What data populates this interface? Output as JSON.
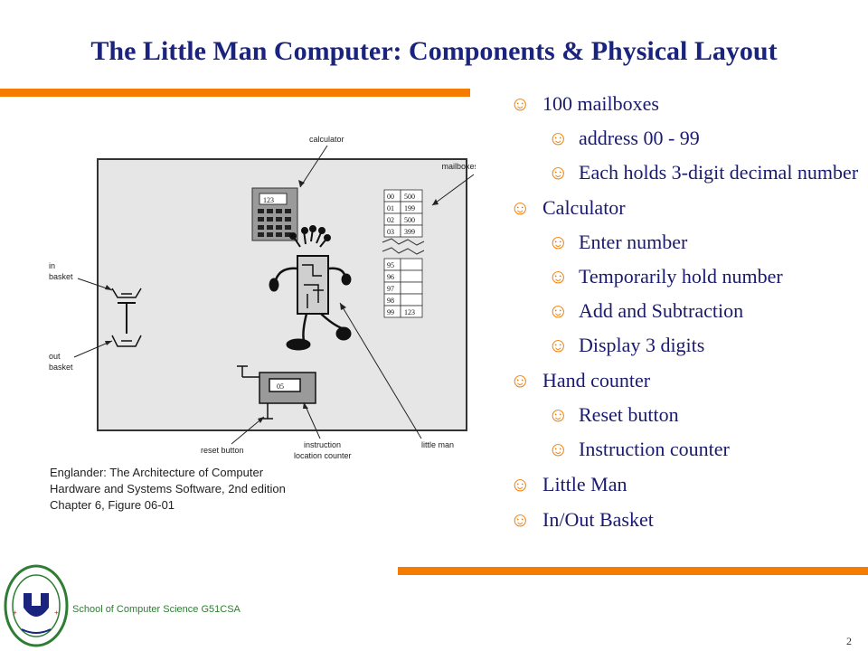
{
  "slide": {
    "title": "The Little Man Computer: Components & Physical Layout",
    "page_number": "2",
    "footer": "School of Computer Science G51CSA"
  },
  "colors": {
    "title": "#1a237e",
    "accent_bar": "#f57c00",
    "bullet_icon": "#f57c00",
    "footer_text": "#2e7d32"
  },
  "bullets": [
    {
      "level": 1,
      "text": "100 mailboxes"
    },
    {
      "level": 2,
      "text": "address 00 - 99"
    },
    {
      "level": 2,
      "text": "Each holds 3-digit decimal number"
    },
    {
      "level": 1,
      "text": "Calculator"
    },
    {
      "level": 2,
      "text": "Enter number"
    },
    {
      "level": 2,
      "text": "Temporarily hold number"
    },
    {
      "level": 2,
      "text": "Add and Subtraction"
    },
    {
      "level": 2,
      "text": "Display 3 digits"
    },
    {
      "level": 1,
      "text": "Hand counter"
    },
    {
      "level": 2,
      "text": "Reset button"
    },
    {
      "level": 2,
      "text": "Instruction counter"
    },
    {
      "level": 1,
      "text": "Little Man"
    },
    {
      "level": 1,
      "text": "In/Out Basket"
    }
  ],
  "bullet_icon": "smiley-icon",
  "figure": {
    "labels": {
      "calculator": "calculator",
      "mailboxes": "mailboxes",
      "in_basket_1": "in",
      "in_basket_2": "basket",
      "out_basket_1": "out",
      "out_basket_2": "basket",
      "reset_button": "reset button",
      "instruction_1": "instruction",
      "instruction_2": "location counter",
      "little_man": "little man"
    },
    "calculator_display": "123",
    "counter_display": "05",
    "mailboxes": [
      {
        "addr": "00",
        "val": "500"
      },
      {
        "addr": "01",
        "val": "199"
      },
      {
        "addr": "02",
        "val": "500"
      },
      {
        "addr": "03",
        "val": "399"
      },
      {
        "addr": "95",
        "val": ""
      },
      {
        "addr": "96",
        "val": ""
      },
      {
        "addr": "97",
        "val": ""
      },
      {
        "addr": "98",
        "val": ""
      },
      {
        "addr": "99",
        "val": "123"
      }
    ],
    "caption": [
      "Englander: The Architecture of Computer",
      "Hardware and Systems Software, 2nd edition",
      "Chapter 6, Figure 06-01"
    ]
  }
}
